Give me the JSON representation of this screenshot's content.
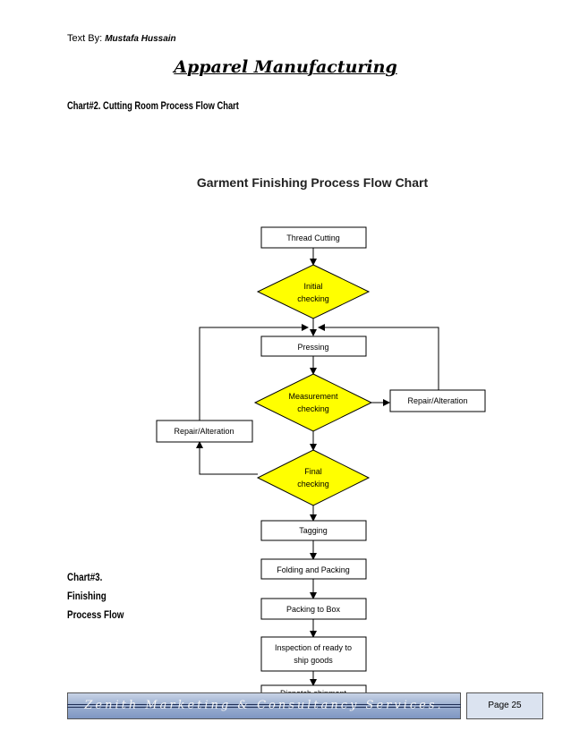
{
  "header": {
    "prefix": "Text By:",
    "author": "Mustafa Hussain"
  },
  "document": {
    "title": "Apparel Manufacturing",
    "chart2_caption": "Chart#2. Cutting Room Process Flow Chart",
    "chart3_caption_lines": [
      "Chart#3.",
      "Finishing",
      "Process Flow"
    ]
  },
  "flowchart": {
    "title": "Garment Finishing Process Flow Chart",
    "nodes": {
      "thread_cutting": "Thread Cutting",
      "initial_checking": [
        "Initial",
        "checking"
      ],
      "pressing": "Pressing",
      "measurement_checking": [
        "Measurement",
        "checking"
      ],
      "repair_right": "Repair/Alteration",
      "repair_left": "Repair/Alteration",
      "final_checking": [
        "Final",
        "checking"
      ],
      "tagging": "Tagging",
      "folding_packing": "Folding and Packing",
      "packing_box": "Packing to Box",
      "inspection": [
        "Inspection of ready to",
        "ship goods"
      ],
      "dispatch": "Dispatch shipment"
    },
    "colors": {
      "diamond_fill": "#ffff00",
      "box_fill": "#ffffff",
      "stroke": "#000000"
    }
  },
  "footer": {
    "company": "Zenith Marketing & Consultancy Services.",
    "page": "Page 25"
  }
}
